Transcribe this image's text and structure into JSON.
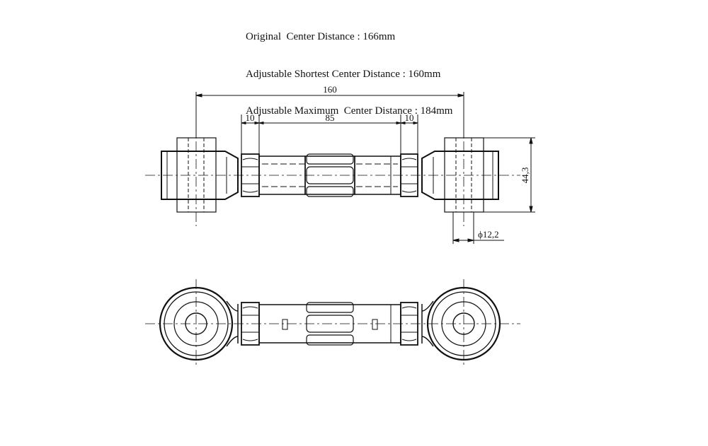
{
  "specs": {
    "line1": "Original  Center Distance : 166mm",
    "line2": "Adjustable Shortest Center Distance : 160mm",
    "line3": "Adjustable Maximum  Center Distance : 184mm"
  },
  "dimensions": {
    "overall": "160",
    "left_nut": "10",
    "center": "85",
    "right_nut": "10",
    "height": "44,3",
    "diameter": "ϕ12,2"
  },
  "colors": {
    "line": "#111111",
    "background": "#ffffff"
  }
}
